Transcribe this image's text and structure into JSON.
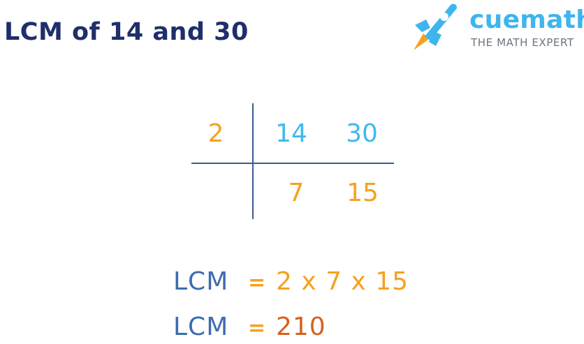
{
  "title": "LCM of 14 and 30",
  "logo": {
    "wordmark": "cuemath",
    "tagline": "THE MATH EXPERT"
  },
  "division": {
    "divisor": "2",
    "numbers": [
      "14",
      "30"
    ],
    "quotients": [
      "7",
      "15"
    ]
  },
  "result": {
    "label": "LCM",
    "equals": "=",
    "expression": "2 x 7 x 15",
    "value": "210"
  },
  "colors": {
    "title": "#1f2f6b",
    "brand": "#3fb5ee",
    "blue": "#3ebaf0",
    "orange": "#f4a21e",
    "dark_orange": "#d5621f",
    "label": "#3d6cb0",
    "rule": "#3b5b91",
    "rocket_body": "#3fb5ee",
    "rocket_flame": "#f4a21e"
  }
}
